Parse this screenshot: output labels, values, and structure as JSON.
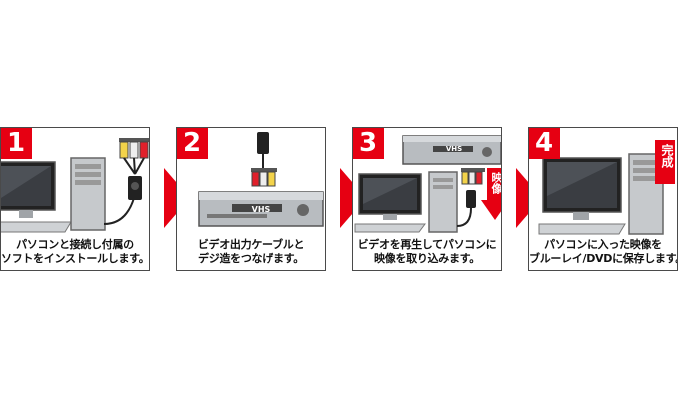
{
  "steps": [
    {
      "number": "1",
      "line1": "パソコンと接続し付属の",
      "line2": "ソフトをインストールします。"
    },
    {
      "number": "2",
      "line1": "ビデオ出力ケーブルと",
      "line2": "デジ造をつなげます。"
    },
    {
      "number": "3",
      "line1": "ビデオを再生してパソコンに",
      "line2": "映像を取り込みます。"
    },
    {
      "number": "4",
      "line1": "パソコンに入った映像を",
      "line2": "ブルーレイ/DVDに保存します。"
    }
  ],
  "labels": {
    "vhs_a": "VHS",
    "vhs_b": "VHS",
    "video_badge": "映像",
    "complete_badge": "完成"
  },
  "colors": {
    "accent": "#e60012",
    "border": "#4a4a4a",
    "device": "#b8bcc0"
  }
}
